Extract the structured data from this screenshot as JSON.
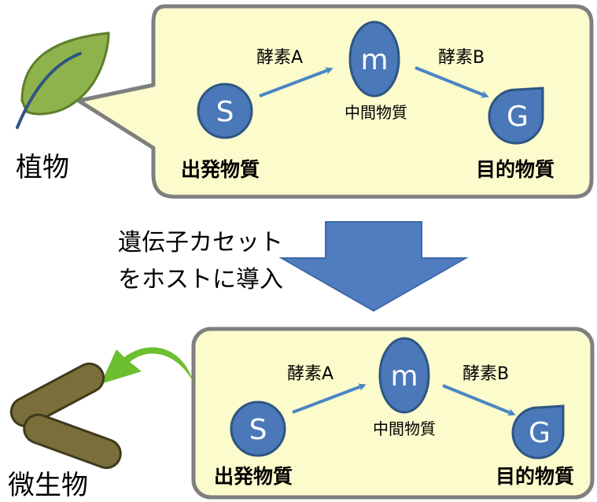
{
  "colors": {
    "bubble_fill": "#fcfbcc",
    "bubble_stroke": "#7f7f7f",
    "node_fill": "#4a78b8",
    "node_stroke": "#2f5583",
    "arrow_color": "#4a86c4",
    "big_arrow_fill": "#4f7dbf",
    "leaf_fill": "#8fb34c",
    "bacteria_fill": "#7a6f3a",
    "green_arrow": "#6cbf2f"
  },
  "top_panel": {
    "organism_label": "植物",
    "organism_icon": "leaf-icon",
    "start_node": "S",
    "mid_node": "m",
    "goal_node": "G",
    "enzyme_a": "酵素A",
    "enzyme_b": "酵素B",
    "intermediate": "中間物質",
    "start_label": "出発物質",
    "goal_label": "目的物質"
  },
  "transfer": {
    "line1": "遺伝子カセット",
    "line2": "をホストに導入"
  },
  "bottom_panel": {
    "organism_label": "微生物",
    "organism_icon": "bacteria-icon",
    "start_node": "S",
    "mid_node": "m",
    "goal_node": "G",
    "enzyme_a": "酵素A",
    "enzyme_b": "酵素B",
    "intermediate": "中間物質",
    "start_label": "出発物質",
    "goal_label": "目的物質"
  }
}
